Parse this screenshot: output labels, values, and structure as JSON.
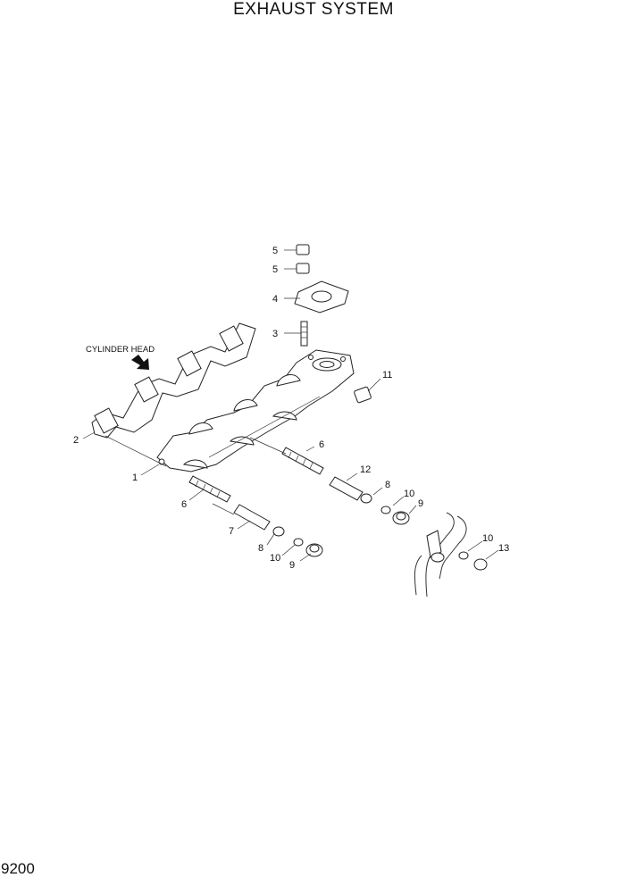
{
  "page": {
    "title": "EXHAUST SYSTEM",
    "page_number": "9200"
  },
  "diagram": {
    "cylinder_head_label": "CYLINDER HEAD",
    "callouts": [
      "1",
      "2",
      "3",
      "4",
      "5",
      "5",
      "6",
      "6",
      "7",
      "8",
      "8",
      "9",
      "9",
      "10",
      "10",
      "10",
      "11",
      "12",
      "13"
    ]
  },
  "colors": {
    "line": "#222222",
    "background": "#ffffff"
  }
}
